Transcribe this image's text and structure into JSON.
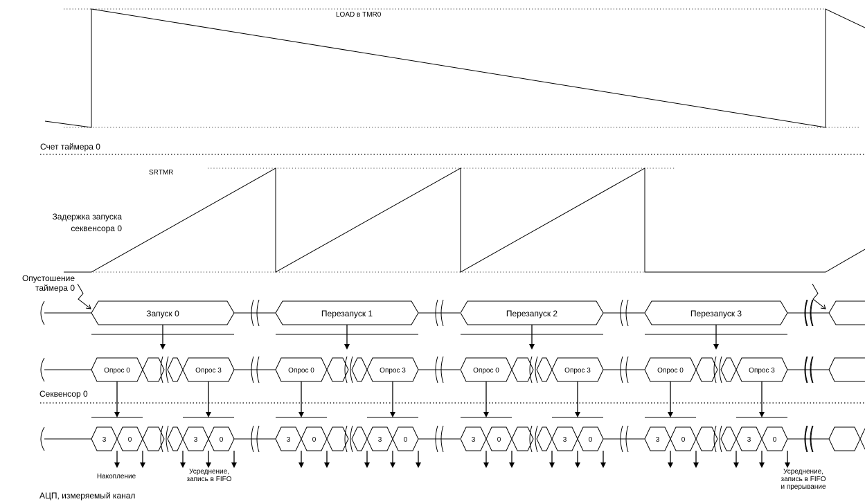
{
  "labels": {
    "load": "LOAD в TMR0",
    "timer_count": "Счет таймера 0",
    "srtmr": "SRTMR",
    "delay_line1": "Задержка запуска",
    "delay_line2": "секвенсора 0",
    "underflow_line1": "Опустошение",
    "underflow_line2": "таймера 0",
    "sequencer": "Секвенсор 0",
    "adc": "АЦП, измеряемый канал",
    "accumulation": "Накопление",
    "avg_fifo_line1": "Усреднение,",
    "avg_fifo_line2": "запись в FIFO",
    "avg_fifo_int_line1": "Усреднение,",
    "avg_fifo_int_line2": "запись в FIFO",
    "avg_fifo_int_line3": "и прерывание"
  },
  "triggers": [
    "Запуск 0",
    "Перезапуск 1",
    "Перезапуск 2",
    "Перезапуск 3"
  ],
  "polls": [
    "Опрос 0",
    "Опрос 3"
  ],
  "adc_values": [
    "3",
    "0"
  ]
}
